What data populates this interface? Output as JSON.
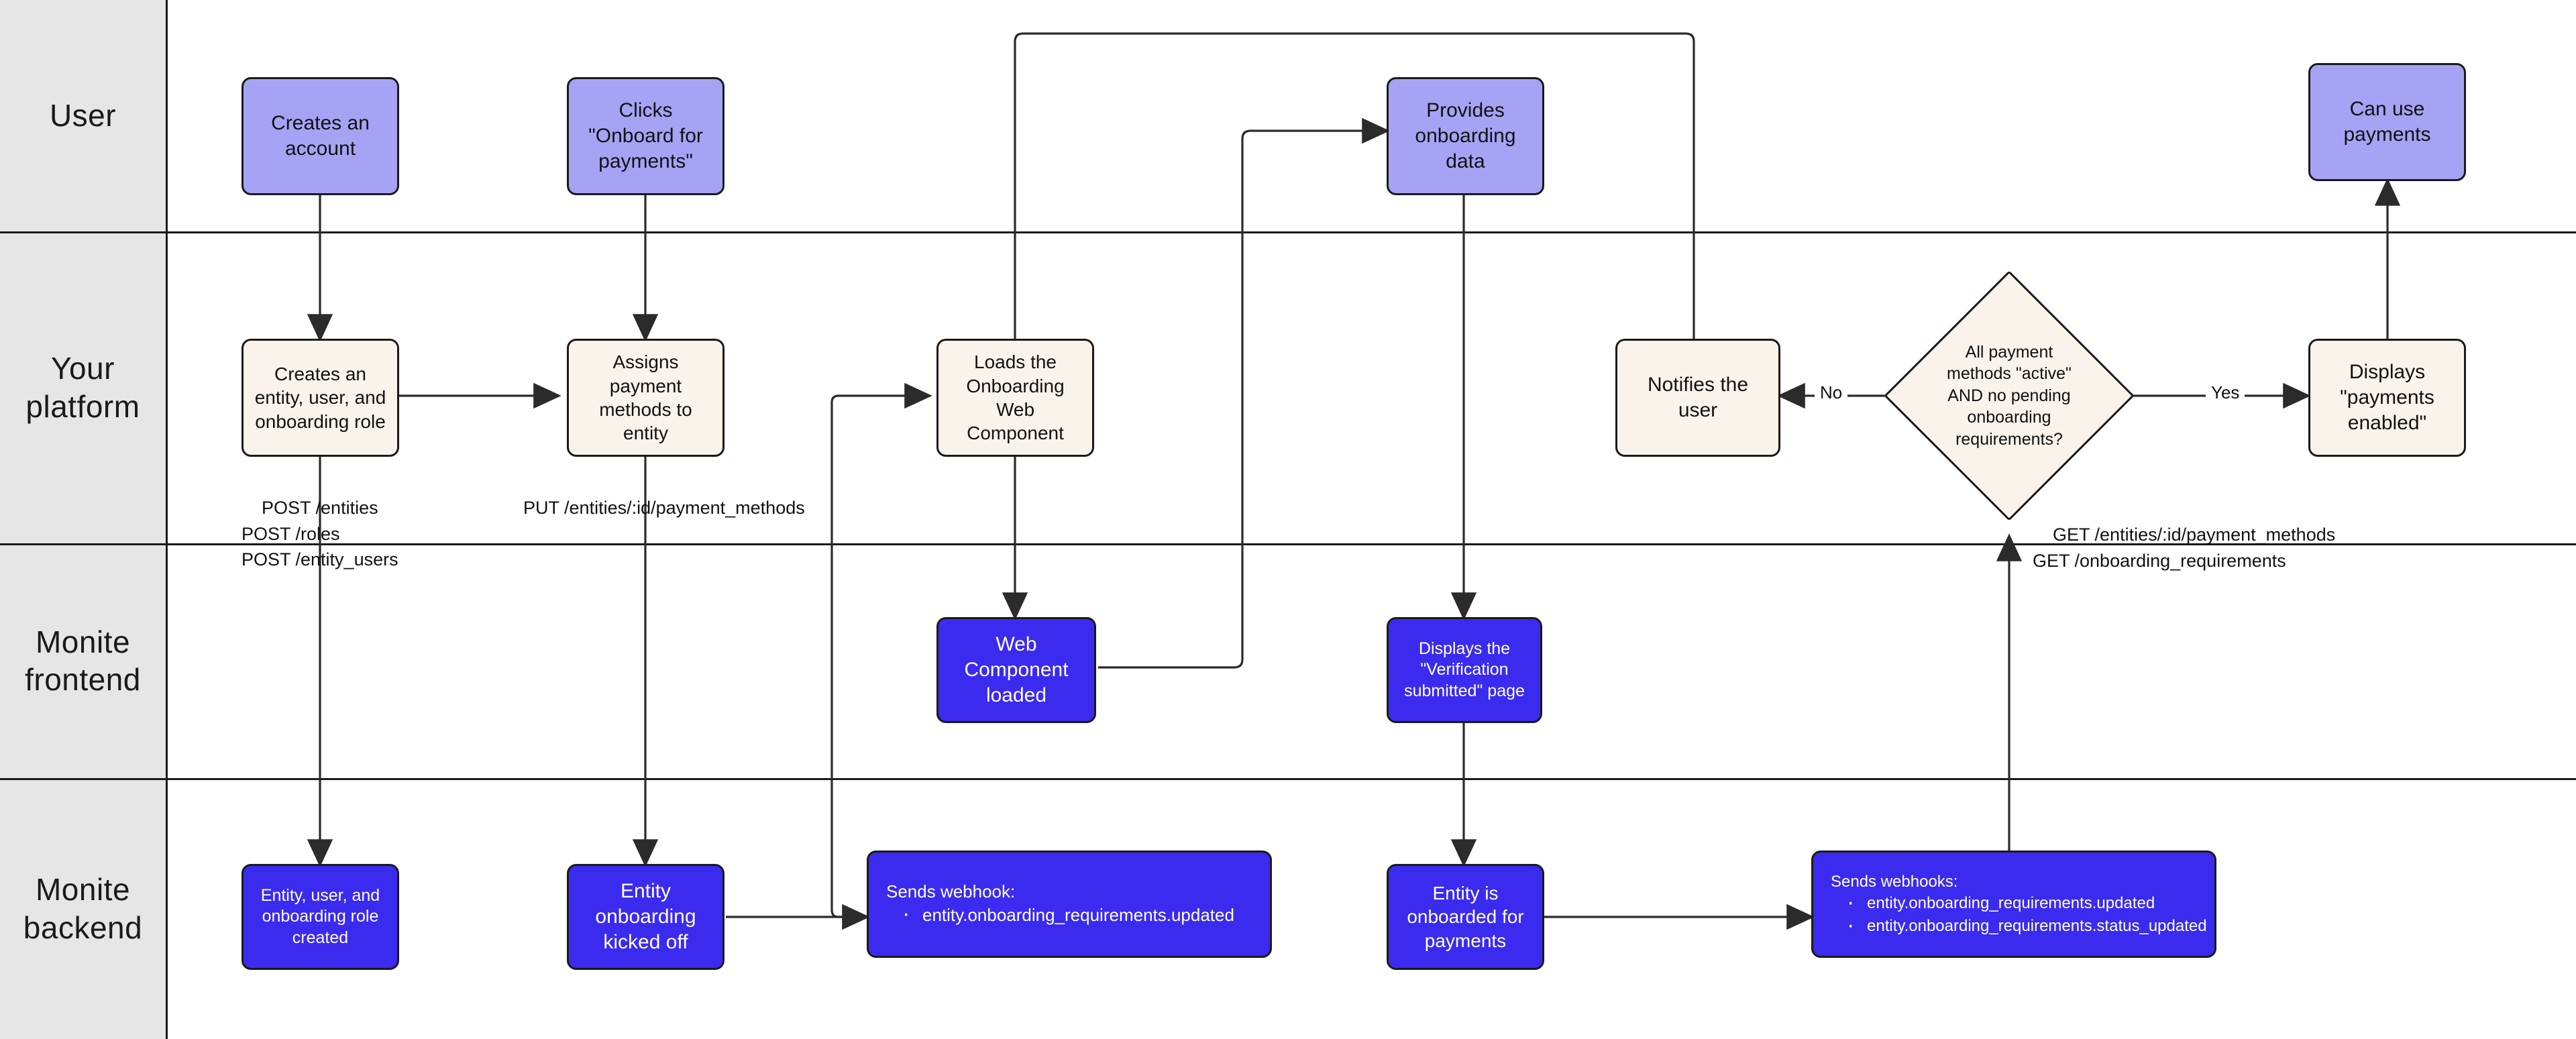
{
  "diagram": {
    "title": "Entity payments onboarding flow",
    "colors": {
      "user_node": "#a6a3f5",
      "platform_node": "#faf3eb",
      "monite_node": "#3b2bee",
      "lane_header": "#e6e6e6",
      "stroke": "#1a1a1a"
    }
  },
  "lanes": [
    {
      "label": "User"
    },
    {
      "label": "Your\nplatform"
    },
    {
      "label": "Monite\nfrontend"
    },
    {
      "label": "Monite\nbackend"
    }
  ],
  "nodes": {
    "creates_account": "Creates an\naccount",
    "clicks_onboard": "Clicks\n\"Onboard for\npayments\"",
    "provides_data": "Provides\nonboarding\ndata",
    "can_use_payments": "Can use\npayments",
    "creates_entity": "Creates an\nentity, user, and\nonboarding role",
    "assigns_methods": "Assigns\npayment\nmethods to\nentity",
    "loads_wc": "Loads the\nOnboarding\nWeb\nComponent",
    "notifies_user": "Notifies the\nuser",
    "displays_enabled": "Displays\n\"payments\nenabled\"",
    "decision": "All payment\nmethods \"active\"\nAND no pending\nonboarding\nrequirements?",
    "wc_loaded": "Web\nComponent\nloaded",
    "verification_page": "Displays the\n\"Verification\nsubmitted\" page",
    "entity_created": "Entity, user, and\nonboarding role\ncreated",
    "onboarding_kicked_off": "Entity\nonboarding\nkicked off",
    "entity_onboarded": "Entity is\nonboarded for\npayments"
  },
  "webhooks": {
    "single": {
      "header": "Sends webhook:",
      "events": [
        "entity.onboarding_requirements.updated"
      ]
    },
    "multi": {
      "header": "Sends webhooks:",
      "events": [
        "entity.onboarding_requirements.updated",
        "entity.onboarding_requirements.status_updated"
      ]
    }
  },
  "api_labels": {
    "create_entity": "POST /entities\nPOST /roles\nPOST /entity_users",
    "payment_methods": "PUT /entities/:id/payment_methods",
    "checks": "GET /entities/:id/payment_methods\nGET /onboarding_requirements"
  },
  "edge_labels": {
    "no": "No",
    "yes": "Yes"
  }
}
